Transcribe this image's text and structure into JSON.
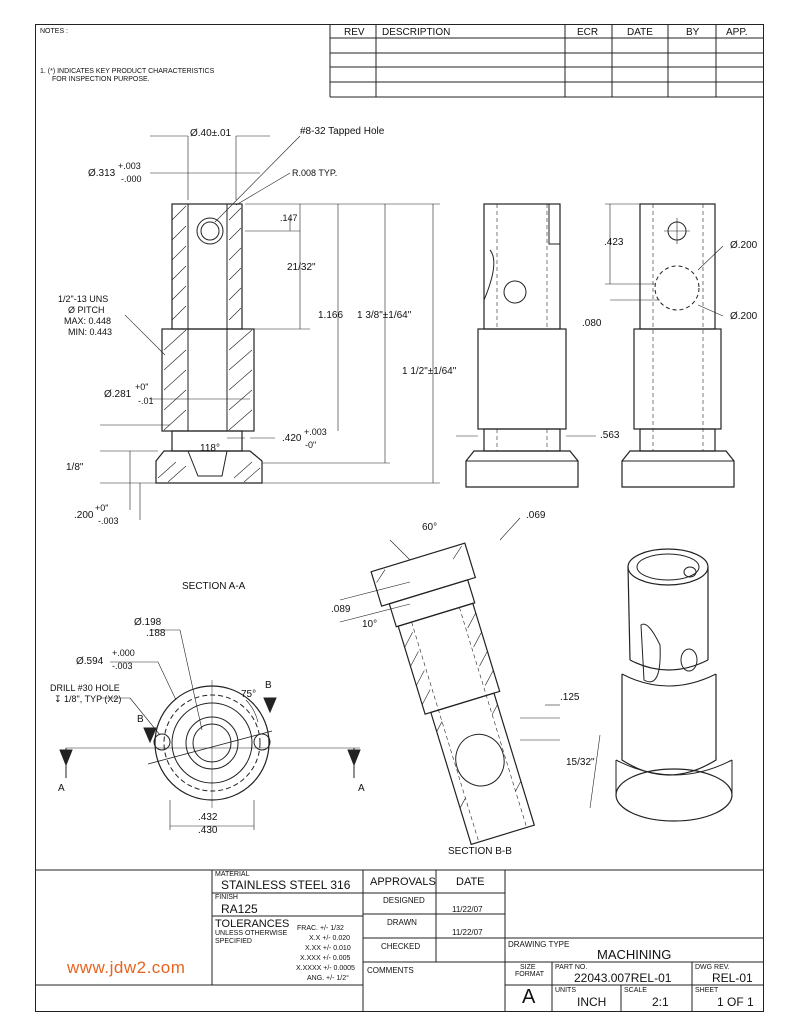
{
  "notes": {
    "heading": "NOTES :",
    "note1_line1": "1.  (*) INDICATES KEY PRODUCT CHARACTERISTICS",
    "note1_line2": "FOR INSPECTION PURPOSE."
  },
  "revision_table": {
    "headers": [
      "REV",
      "DESCRIPTION",
      "ECR",
      "DATE",
      "BY",
      "APP."
    ]
  },
  "dimensions": {
    "dia_040": "Ø.40±.01",
    "tapped_hole": "#8-32 Tapped Hole",
    "dia_313": "Ø.313",
    "dia_313_plus": "+.003",
    "dia_313_minus": "-.000",
    "r008": "R.008 TYP.",
    "d147": ".147",
    "d21_32": "21/32\"",
    "d1166": "1.166",
    "d1_3_8": "1 3/8\"±1/64\"",
    "d1_1_2": "1 1/2\"±1/64\"",
    "thread_1": "1/2\"-13 UNS",
    "thread_2": "Ø PITCH",
    "thread_3": "MAX: 0.448",
    "thread_4": "MIN: 0.443",
    "dia_281": "Ø.281",
    "dia_281_plus": "+0\"",
    "dia_281_minus": "-.01",
    "d420": ".420",
    "d420_plus": "+.003",
    "d420_minus": "-0\"",
    "angle118": "118°",
    "d1_8": "1/8\"",
    "d200": ".200",
    "d200_plus": "+0\"",
    "d200_minus": "-.003",
    "d423": ".423",
    "d080": ".080",
    "d563": ".563",
    "dia200a": "Ø.200",
    "dia200b": "Ø.200",
    "angle60": "60°",
    "d069": ".069",
    "d089": ".089",
    "angle10": "10°",
    "d125": ".125",
    "d15_32": "15/32\"",
    "dia198": "Ø.198",
    "dia188": ".188",
    "dia594": "Ø.594",
    "dia594_plus": "+.000",
    "dia594_minus": "-.003",
    "drill_1": "DRILL #30 HOLE",
    "drill_2": "↧ 1/8\", TYP (X2)",
    "angle75": "75°",
    "d432": ".432",
    "d430": ".430",
    "label_b1": "B",
    "label_b2": "B",
    "label_a1": "A",
    "label_a2": "A"
  },
  "section_labels": {
    "aa": "SECTION A-A",
    "bb": "SECTION B-B"
  },
  "title_block": {
    "material_label": "MATERIAL",
    "material": "STAINLESS STEEL 316",
    "finish_label": "FINISH",
    "finish": "RA125",
    "tolerances_label": "TOLERANCES",
    "unless_1": "UNLESS OTHERWISE",
    "unless_2": "SPECIFIED",
    "tol_frac": "FRAC. +/- 1/32",
    "tol_x": "X.X +/- 0.020",
    "tol_xx": "X.XX +/- 0.010",
    "tol_xxx": "X.XXX +/- 0.005",
    "tol_xxxx": "X.XXXX +/- 0.0005",
    "tol_ang": "ANG. +/- 1/2°",
    "approvals": "APPROVALS",
    "date_header": "DATE",
    "designed": "DESIGNED",
    "designed_date": "11/22/07",
    "drawn": "DRAWN",
    "drawn_date": "11/22/07",
    "checked": "CHECKED",
    "comments": "COMMENTS",
    "drawing_type_label": "DRAWING TYPE",
    "drawing_type": "MACHINING",
    "size_label_1": "SIZE",
    "size_label_2": "FORMAT",
    "size": "A",
    "part_no_label": "PART NO.",
    "part_no": "22043.007REL-01",
    "dwg_rev_label": "DWG REV.",
    "dwg_rev": "REL-01",
    "units_label": "UNITS",
    "units": "INCH",
    "scale_label": "SCALE",
    "scale": "2:1",
    "sheet_label": "SHEET",
    "sheet": "1 OF 1"
  },
  "watermark": "www.jdw2.com"
}
